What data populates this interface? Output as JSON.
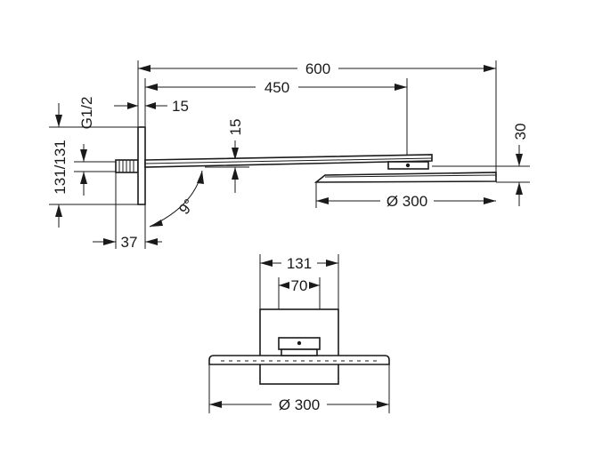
{
  "dimensions": {
    "total_length": "600",
    "arm_length": "450",
    "wall_thread_offset": "15",
    "arm_height": "15",
    "head_thickness": "30",
    "thread_size": "G1/2",
    "flange_size": "131/131",
    "angle": "9°",
    "thread_length": "37",
    "head_diameter": "Ø 300",
    "flange_width": "131",
    "connector_width": "70",
    "front_head_diameter": "Ø 300"
  },
  "colors": {
    "line": "#1a1a1a",
    "background": "#ffffff"
  }
}
